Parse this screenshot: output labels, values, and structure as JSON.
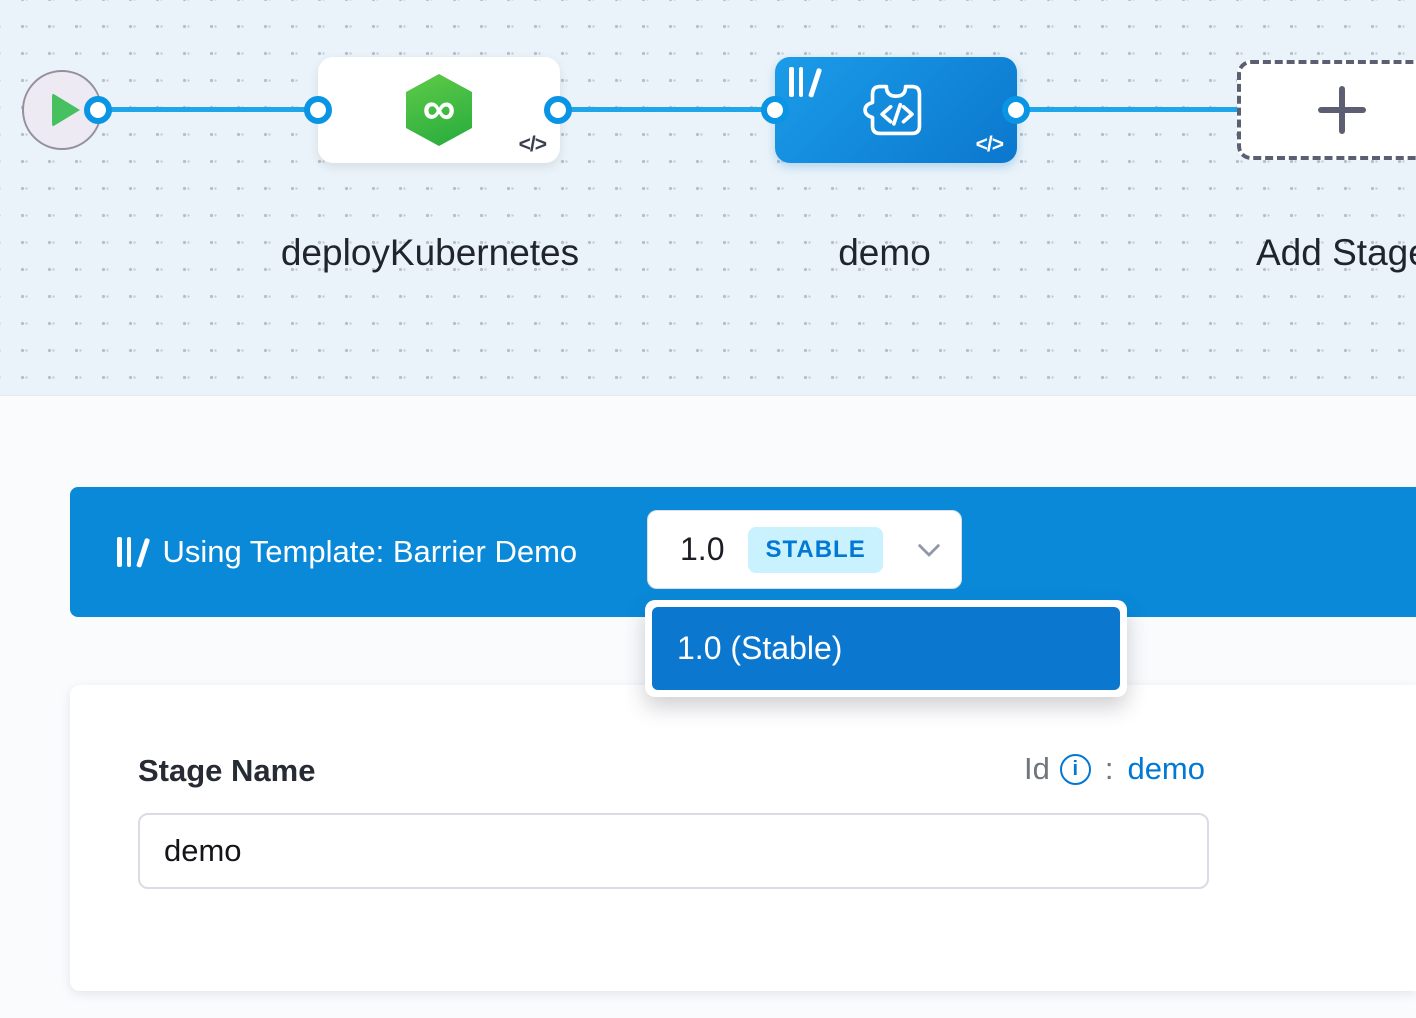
{
  "canvas": {
    "stages": [
      {
        "label": "deployKubernetes"
      },
      {
        "label": "demo"
      }
    ],
    "add_stage_label": "Add Stage"
  },
  "template_banner": {
    "text": "Using Template: Barrier Demo",
    "version": "1.0",
    "badge": "STABLE",
    "dropdown_items": [
      "1.0 (Stable)"
    ]
  },
  "stage_form": {
    "name_label": "Stage Name",
    "id_label": "Id",
    "id_separator": ":",
    "id_value": "demo",
    "name_value": "demo"
  },
  "icons": {
    "infinity": "∞",
    "code": "</>",
    "info": "i"
  },
  "colors": {
    "accent_blue": "#0278d5",
    "banner_blue": "#0a89d9",
    "connector_blue": "#1da7ea",
    "badge_bg": "#c9f1fe",
    "stage_green": "#27ab3d"
  }
}
